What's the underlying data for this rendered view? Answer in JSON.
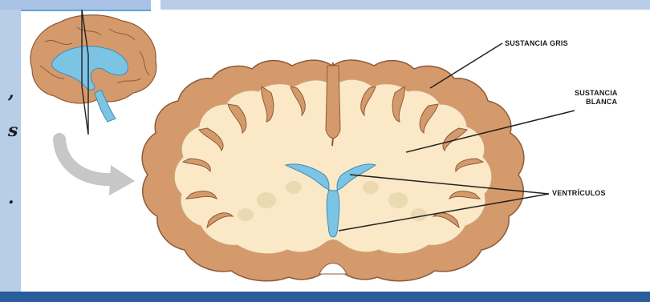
{
  "side_text": [
    ",",
    "s",
    "."
  ],
  "labels": {
    "gray_matter": "SUSTANCIA GRIS",
    "white_matter_line1": "SUSTANCIA",
    "white_matter_line2": "BLANCA",
    "ventricles": "VENTRÍCULOS"
  },
  "colors": {
    "cortex": "#d59a6b",
    "white_matter": "#fbe8c6",
    "ventricle": "#7cc4e4",
    "frame": "#b8cde8",
    "bottom_bar": "#2a5d9b"
  }
}
